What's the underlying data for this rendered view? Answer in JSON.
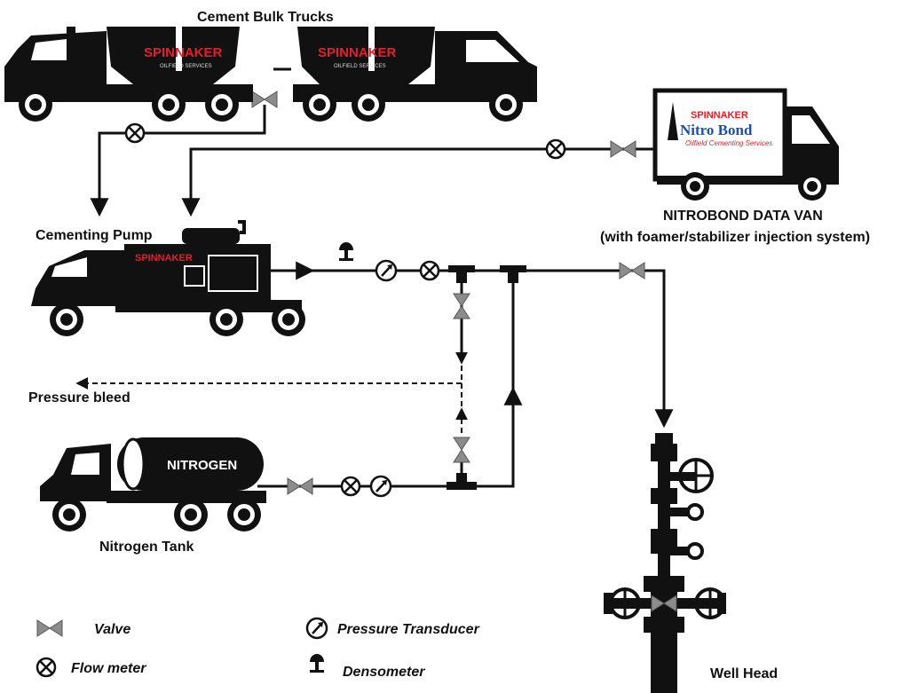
{
  "labels": {
    "cement_bulk_trucks": "Cement Bulk Trucks",
    "nitrobond_van_title": "NITROBOND DATA VAN",
    "nitrobond_van_subtitle": "(with foamer/stabilizer injection system)",
    "cementing_pump": "Cementing Pump",
    "pressure_bleed": "Pressure bleed",
    "nitrogen_tank": "Nitrogen Tank",
    "well_head": "Well Head"
  },
  "truck_branding": {
    "spinnaker": "SPINNAKER",
    "oilfield_services": "OILFIELD SERVICES",
    "nitrogen_tank_text": "NITROGEN",
    "van_brand": "SPINNAKER",
    "van_product": "Nitro Bond",
    "van_tagline": "Oilfield Cementing Services"
  },
  "legend": {
    "valve": "Valve",
    "flow_meter": "Flow meter",
    "pressure_transducer": "Pressure Transducer",
    "densometer": "Densometer"
  },
  "colors": {
    "line": "#111111",
    "valve": "#8c8c8c",
    "brand_red": "#e0202a",
    "brand_blue": "#1f4fa8"
  }
}
